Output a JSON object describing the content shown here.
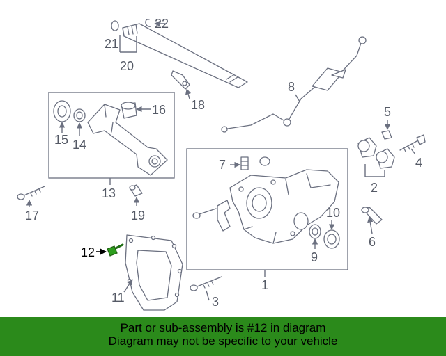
{
  "diagram": {
    "highlight_color": "#2e9e1e",
    "callouts": {
      "c1": "1",
      "c2": "2",
      "c3": "3",
      "c4": "4",
      "c5": "5",
      "c6": "6",
      "c7": "7",
      "c8": "8",
      "c9": "9",
      "c10": "10",
      "c11": "11",
      "c12": "12",
      "c13": "13",
      "c14": "14",
      "c15": "15",
      "c16": "16",
      "c17": "17",
      "c18": "18",
      "c19": "19",
      "c20": "20",
      "c21": "21",
      "c22": "22"
    }
  },
  "banner": {
    "background": "#2b8a1b",
    "line1": "Part or sub-assembly is #12 in diagram",
    "line2": "Diagram may not be specific to your vehicle"
  }
}
